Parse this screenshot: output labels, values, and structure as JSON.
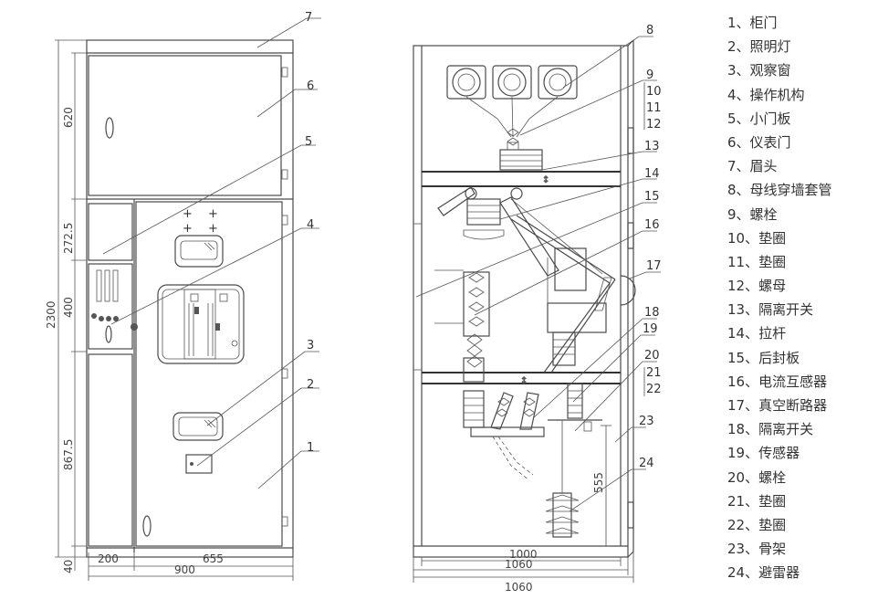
{
  "left_view": {
    "dimensions": {
      "height_total": "2300",
      "top_section": "620",
      "section_2": "272.5",
      "section_3": "400",
      "section_4": "867.5",
      "base": "40",
      "width_left": "200",
      "width_right": "655",
      "width_total": "900"
    },
    "callouts": [
      "7",
      "6",
      "5",
      "4",
      "3",
      "2",
      "1"
    ]
  },
  "right_view": {
    "dimensions": {
      "height_555": "555",
      "width_1000": "1000",
      "width_1060_a": "1060",
      "width_1060_b": "1060"
    },
    "callouts": [
      "8",
      "9",
      "10",
      "11",
      "12",
      "13",
      "14",
      "15",
      "16",
      "17",
      "18",
      "19",
      "20",
      "21",
      "22",
      "23",
      "24"
    ]
  },
  "legend": [
    "1、柜门",
    "2、照明灯",
    "3、观察窗",
    "4、操作机构",
    "5、小门板",
    "6、仪表门",
    "7、眉头",
    "8、母线穿墙套管",
    "9、螺栓",
    "10、垫圈",
    "11、垫圈",
    "12、螺母",
    "13、隔离开关",
    "14、拉杆",
    "15、后封板",
    "16、电流互感器",
    "17、真空断路器",
    "18、隔离开关",
    "19、传感器",
    "20、螺栓",
    "21、垫圈",
    "22、垫圈",
    "23、骨架",
    "24、避雷器"
  ]
}
